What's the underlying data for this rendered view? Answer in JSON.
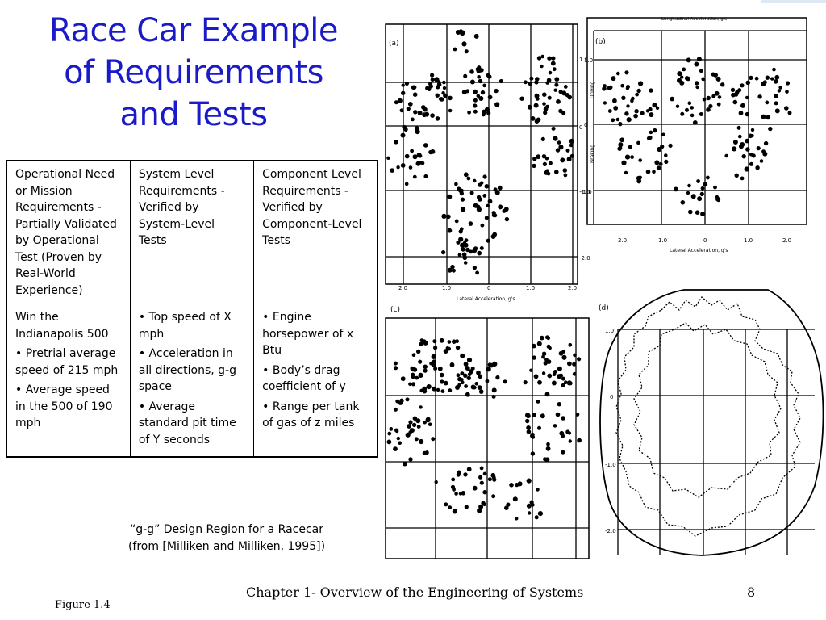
{
  "slide": {
    "title_lines": [
      "Race Car Example",
      "of Requirements",
      "and Tests"
    ],
    "page_number": "8",
    "footer": "Chapter 1- Overview of the Engineering of Systems",
    "figure_ref": "Figure 1.4",
    "caption_lines": [
      "“g-g” Design Region for a Racecar",
      "(from [Milliken and Milliken, 1995])"
    ]
  },
  "table": {
    "header": [
      "Operational Need or Mission Requirements - Partially Validated by Operational Test (Proven by Real-World Experience)",
      "System Level Requirements - Verified by System-Level Tests",
      "Component Level Requirements - Verified by Component-Level Tests"
    ],
    "col1": [
      "Win the Indianapolis 500",
      "• Pretrial average speed of 215 mph",
      "• Average speed in the 500 of 190 mph"
    ],
    "col2": [
      "• Top speed of X mph",
      "• Acceleration in all directions, g-g space",
      "• Average standard pit time of Y seconds"
    ],
    "col3": [
      "• Engine horsepower of x Btu",
      "• Body’s drag coefficient of y",
      "• Range per tank of gas of z miles"
    ]
  },
  "figure": {
    "top_axis_label": "Longitudinal Acceleration, g's",
    "lateral_axis_label": "Lateral Acceleration, g's",
    "driving_label": "Driving",
    "braking_label": "Braking",
    "panels": [
      {
        "id": "a",
        "label": "(a)",
        "y_ticks": [
          "1.0",
          "0",
          "-1.0",
          "-2.0"
        ],
        "x_ticks": [
          "2.0",
          "1.0",
          "0",
          "1.0",
          "2.0"
        ]
      },
      {
        "id": "b",
        "label": "(b)",
        "y_ticks": [
          "1.0",
          "0",
          "-1.0"
        ],
        "x_ticks": [
          "2.0",
          "1.0",
          "0",
          "1.0",
          "2.0"
        ]
      },
      {
        "id": "c",
        "label": "(c)"
      },
      {
        "id": "d",
        "label": "(d)",
        "y_ticks": [
          "1.0",
          "0",
          "-1.0",
          "-2.0"
        ]
      }
    ]
  }
}
